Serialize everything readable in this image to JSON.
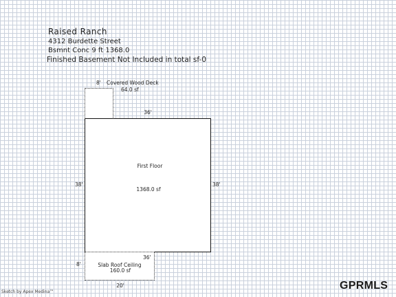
{
  "header": {
    "title": "Raised  Ranch",
    "address": "4312 Burdette Street",
    "basement": "Bsmnt Conc 9 ft 1368.0",
    "finished_basement": "Finished Basement Not Included in total sf-0"
  },
  "rooms": {
    "deck": {
      "name": "Covered Wood Deck",
      "area": "64.0 sf",
      "width_label": "8'"
    },
    "first_floor": {
      "name": "First Floor",
      "area": "1368.0 sf",
      "top_label": "36'",
      "left_label": "38'",
      "right_label": "38'"
    },
    "slab": {
      "name": "Slab Roof Ceiling",
      "area": "160.0 sf",
      "top_label": "36'",
      "left_label": "8'",
      "bottom_label": "20'"
    }
  },
  "branding": {
    "logo": "GPRMLS",
    "credit": "Sketch by Apex Medina™"
  },
  "colors": {
    "grid": "#c9d0dc",
    "lines": "#111111",
    "background": "#ffffff"
  }
}
